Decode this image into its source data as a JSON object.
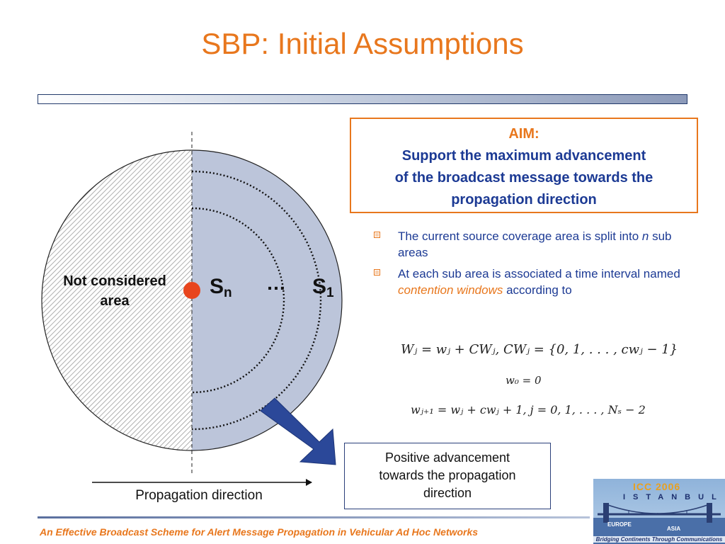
{
  "slide": {
    "title": "SBP: Initial Assumptions"
  },
  "aim": {
    "label": "AIM:",
    "text_line1": "Support the maximum advancement",
    "text_line2": "of the broadcast message towards the",
    "text_line3": "propagation direction"
  },
  "bullets": [
    {
      "prefix": "The current source coverage area is split into ",
      "italic": "n",
      "suffix": " sub areas"
    },
    {
      "prefix": "At each sub area is associated a time interval named ",
      "italic": "contention windows",
      "suffix": " according to"
    }
  ],
  "equations": {
    "eq1": "Wⱼ = wⱼ + CWⱼ,    CWⱼ = {0, 1, . . . , cwⱼ − 1}",
    "eq2": "w₀ = 0",
    "eq3": "wⱼ₊₁ = wⱼ + cwⱼ + 1,  j = 0, 1, . . . , Nₛ − 2"
  },
  "diagram": {
    "not_considered_line1": "Not considered",
    "not_considered_line2": "area",
    "sn_main": "S",
    "sn_sub": "n",
    "ellipsis": "…",
    "s1_main": "S",
    "s1_sub": "1",
    "propagation_label": "Propagation direction",
    "positive_line1": "Positive advancement",
    "positive_line2": "towards the propagation",
    "positive_line3": "direction"
  },
  "footer": {
    "text": "An Effective Broadcast Scheme  for Alert Message Propagation in Vehicular Ad Hoc Networks"
  },
  "logo": {
    "event": "ICC 2006",
    "city": "ISTANBUL",
    "europe": "EUROPE",
    "asia": "ASIA",
    "tagline": "Bridging Continents Through Communications"
  },
  "colors": {
    "accent": "#e8771d",
    "text_blue": "#1c3a94",
    "considered_fill": "#bcc5da",
    "arrow": "#2b4899",
    "source_dot": "#e8451d"
  }
}
